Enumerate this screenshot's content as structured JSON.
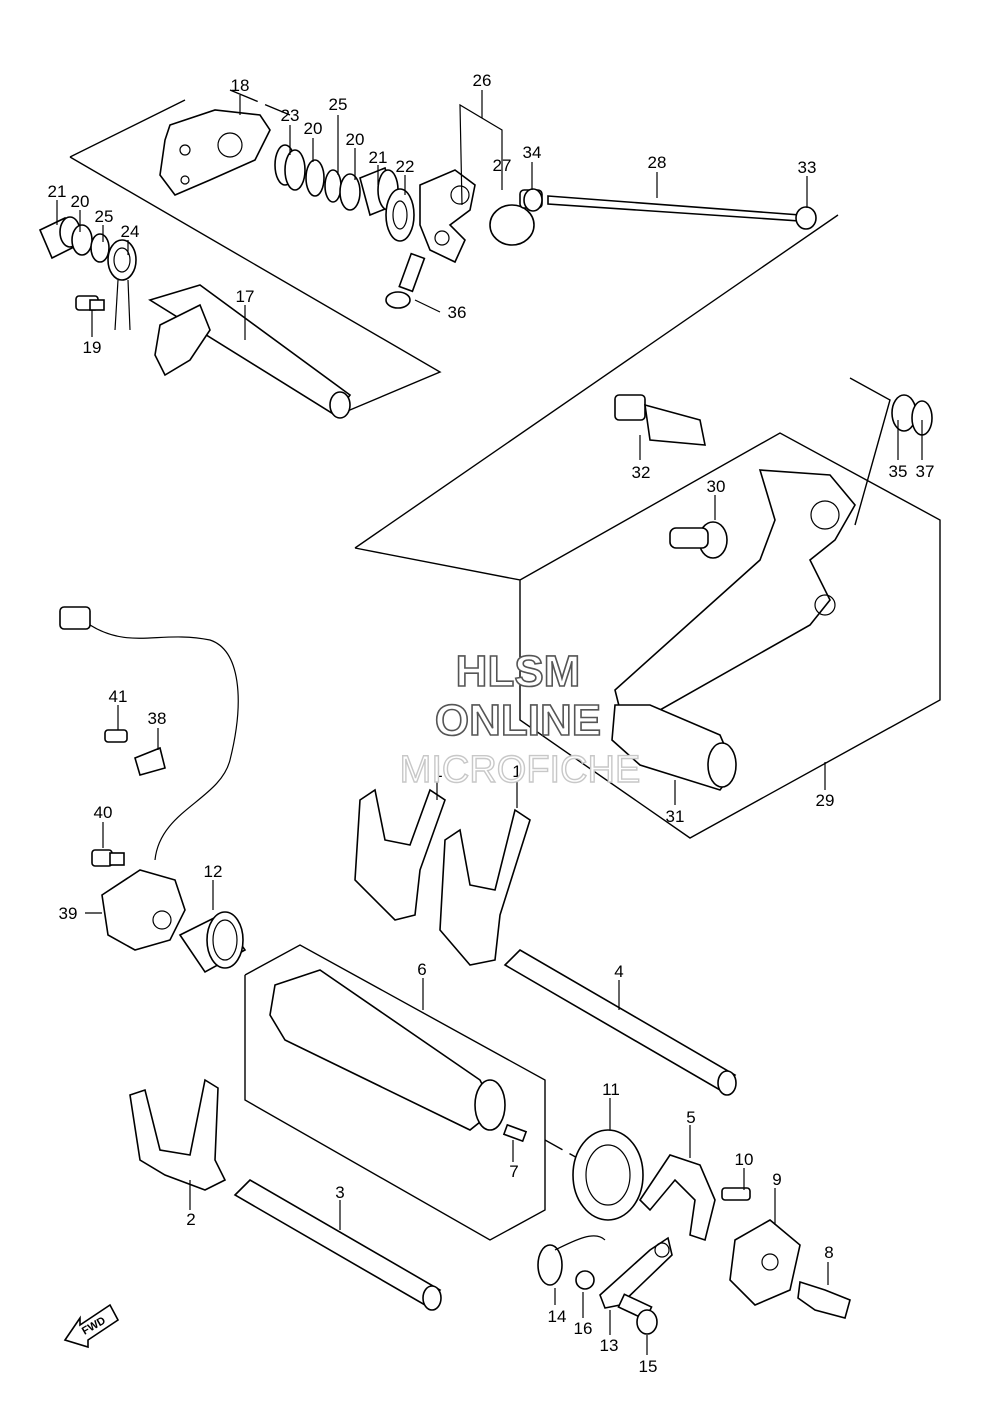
{
  "watermark": {
    "line1": "HLSM",
    "line2": "ONLINE",
    "line3": "MICROFICHE"
  },
  "fwd_label": "FWD",
  "callouts": [
    "1",
    "1",
    "2",
    "3",
    "4",
    "5",
    "6",
    "7",
    "8",
    "9",
    "10",
    "11",
    "12",
    "13",
    "14",
    "15",
    "16",
    "17",
    "18",
    "19",
    "20",
    "20",
    "21",
    "21",
    "22",
    "23",
    "24",
    "25",
    "25",
    "26",
    "27",
    "28",
    "29",
    "30",
    "31",
    "32",
    "33",
    "34",
    "35",
    "36",
    "37",
    "38",
    "39",
    "40",
    "41"
  ]
}
